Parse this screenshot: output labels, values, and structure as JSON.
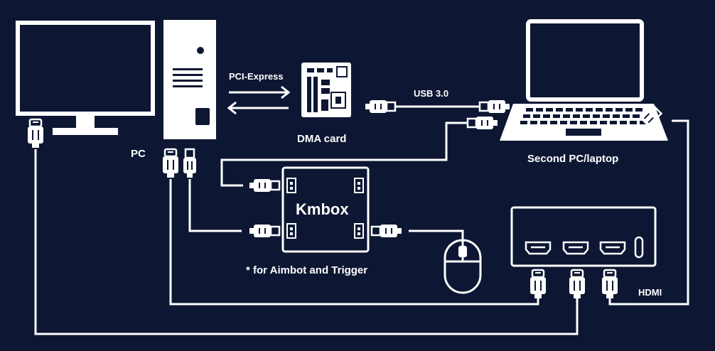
{
  "labels": {
    "pc": "PC",
    "pci_express": "PCI-Express",
    "dma_card": "DMA card",
    "usb3": "USB 3.0",
    "second_pc": "Second PC/laptop",
    "kmbox": "Kmbox",
    "aimbot_note": "* for Aimbot and Trigger",
    "hdmi": "HDMI"
  },
  "colors": {
    "background": "#0d1733",
    "foreground": "#ffffff"
  }
}
